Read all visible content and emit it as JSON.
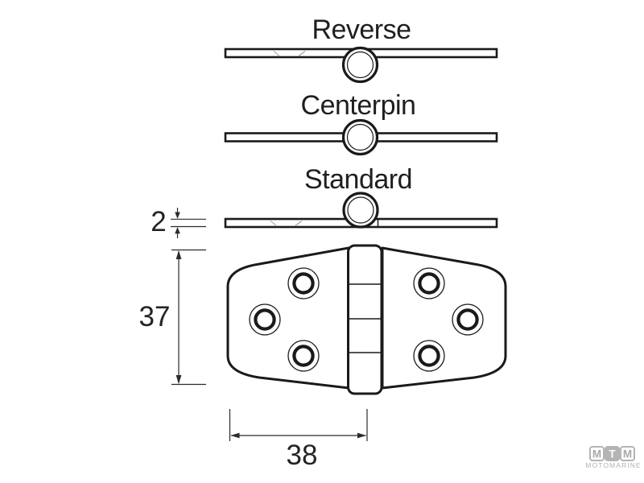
{
  "drawing": {
    "title_visible": false,
    "views": [
      {
        "label": "Reverse",
        "pin_position": "below-plate"
      },
      {
        "label": "Centerpin",
        "pin_position": "center-plate"
      },
      {
        "label": "Standard",
        "pin_position": "above-plate"
      }
    ],
    "dimensions": {
      "plate_thickness": "2",
      "hinge_height": "37",
      "leaf_width": "38"
    },
    "hole_count": 6
  },
  "logo": {
    "letters": [
      "M",
      "T",
      "M"
    ],
    "wordmark": "MOTOMARINE"
  },
  "colors": {
    "ink": "#1a1a1a",
    "dimension_ink": "#2b2b2b",
    "logo_gray": "#b4b4b4",
    "background": "#ffffff"
  }
}
